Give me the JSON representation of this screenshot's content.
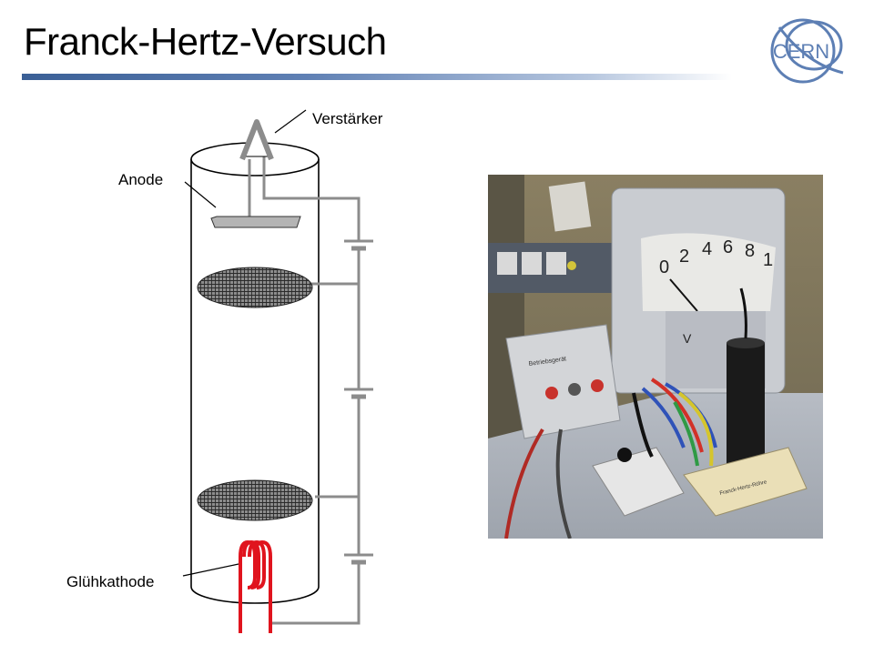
{
  "slide": {
    "title": "Franck-Hertz-Versuch"
  },
  "logo": {
    "text": "CERN",
    "color": "#5d7fb4"
  },
  "diagram": {
    "labels": {
      "amplifier": "Verstärker",
      "anode": "Anode",
      "cathode": "Glühkathode"
    },
    "colors": {
      "wire": "#8c8c8c",
      "filament": "#e0141e",
      "grid_fill": "#8c8c8c",
      "anode_fill": "#b4b4b4"
    }
  },
  "photo": {
    "meter_scale": [
      "0",
      "2",
      "4",
      "6",
      "8",
      "1"
    ],
    "meter_unit": "V",
    "box_label": "Franck-Hertz-Röhre",
    "supply_label": "Betriebsgerät"
  }
}
